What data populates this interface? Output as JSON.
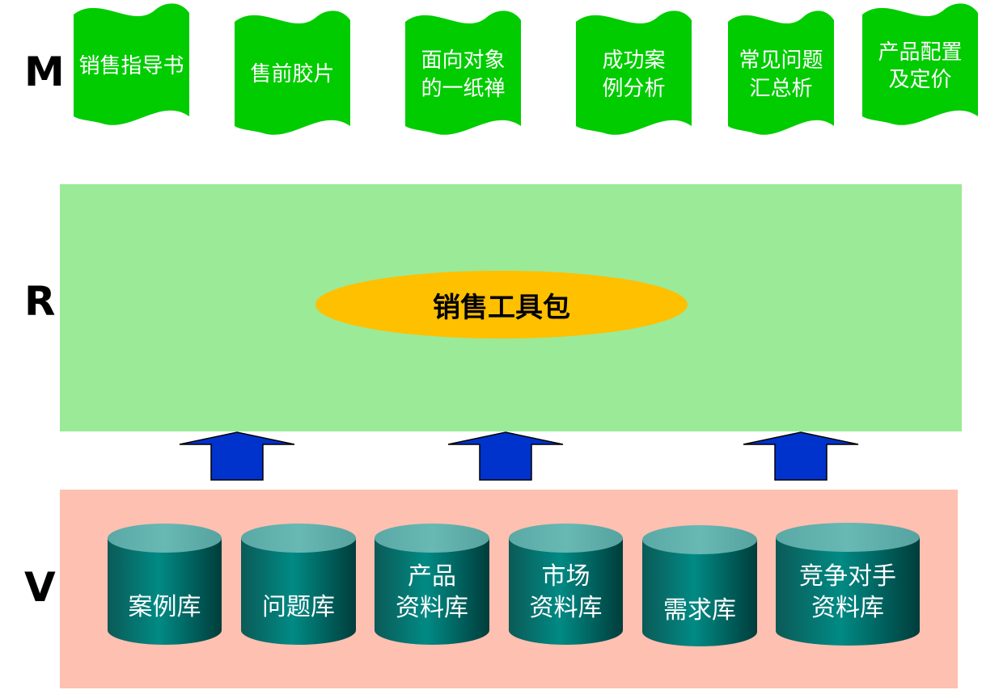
{
  "layers": {
    "m": "M",
    "r": "R",
    "v": "V"
  },
  "m_documents": [
    {
      "label": "销售指导书"
    },
    {
      "label": "售前胶片"
    },
    {
      "label": "面向对象\n的一纸禅"
    },
    {
      "label": "成功案\n例分析"
    },
    {
      "label": "常见问题\n汇总析"
    },
    {
      "label": "产品配置\n及定价"
    }
  ],
  "r_center": {
    "label": "销售工具包"
  },
  "v_databases": [
    {
      "label": "案例库"
    },
    {
      "label": "问题库"
    },
    {
      "label": "产品\n资料库"
    },
    {
      "label": "市场\n资料库"
    },
    {
      "label": "需求库"
    },
    {
      "label": "竞争对手\n资料库"
    }
  ],
  "colors": {
    "document": "#00cc00",
    "tool_oval": "#ffc000",
    "r_band": "#9bea98",
    "v_band": "#fec0b0",
    "arrow": "#0033cc",
    "cylinder": "#007c78"
  }
}
